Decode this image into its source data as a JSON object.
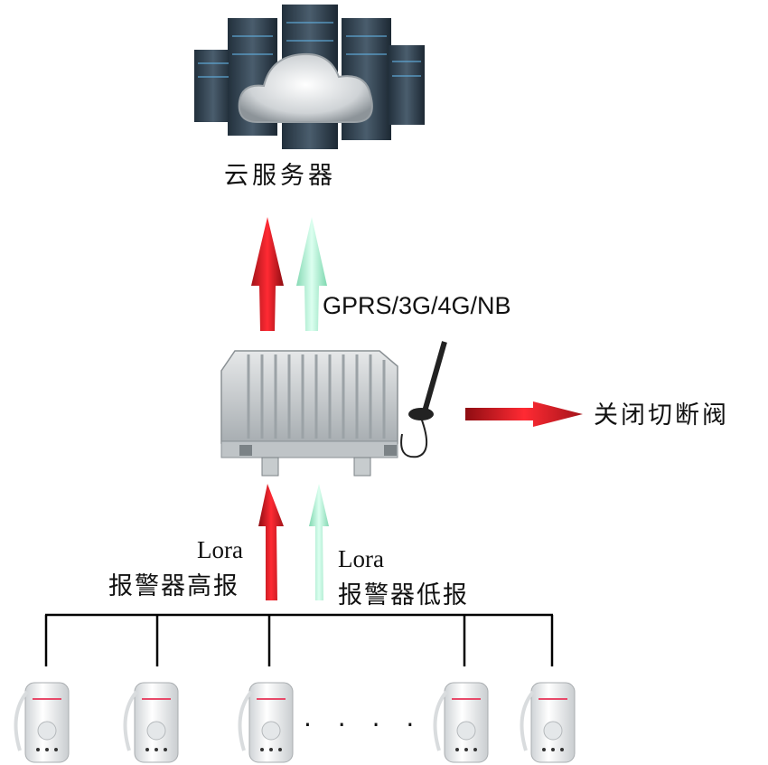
{
  "cloud_server": {
    "label": "云服务器"
  },
  "network": {
    "label": "GPRS/3G/4G/NB"
  },
  "valve": {
    "label": "关闭切断阀"
  },
  "lora_high": {
    "line1": "Lora",
    "line2": "报警器高报"
  },
  "lora_low": {
    "line1": "Lora",
    "line2": "报警器低报"
  },
  "detectors": {
    "ellipsis": "· · · ·"
  },
  "colors": {
    "alarm_arrow": "#e8202a",
    "normal_arrow": "#a9f0d0",
    "bus_line": "#000000"
  }
}
